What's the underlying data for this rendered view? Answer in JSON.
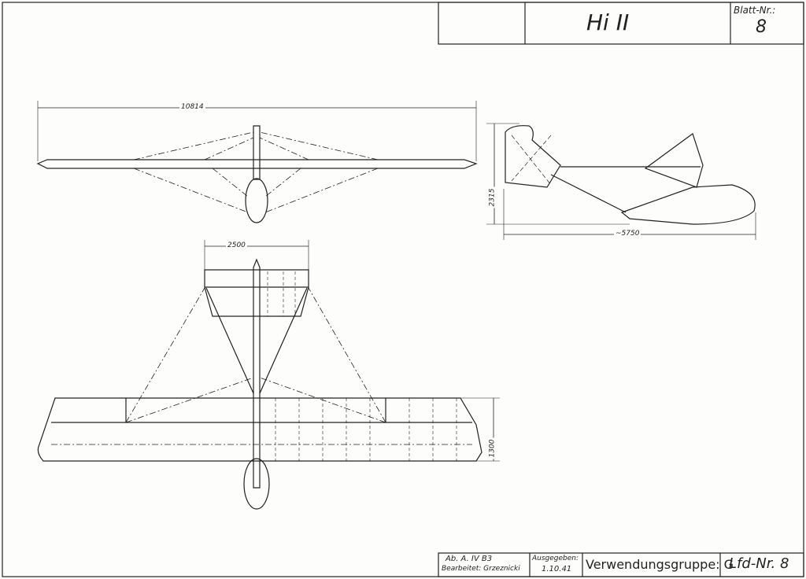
{
  "title_block": {
    "title": "Hi II",
    "sheet_label": "Blatt-Nr.:",
    "sheet_number": "8"
  },
  "footer": {
    "ref": "Ab. A. IV B3",
    "edited_by": "Bearbeitet: Grzeznicki",
    "issued_label": "Ausgegeben:",
    "issued_date": "1.10.41",
    "usage_group": "Verwendungsgruppe: G",
    "serial": "Lfd-Nr. 8"
  },
  "dimensions": {
    "wingspan": "10814",
    "tail_span": "2500",
    "height": "2315",
    "length": "~5750",
    "chord": "1300"
  }
}
